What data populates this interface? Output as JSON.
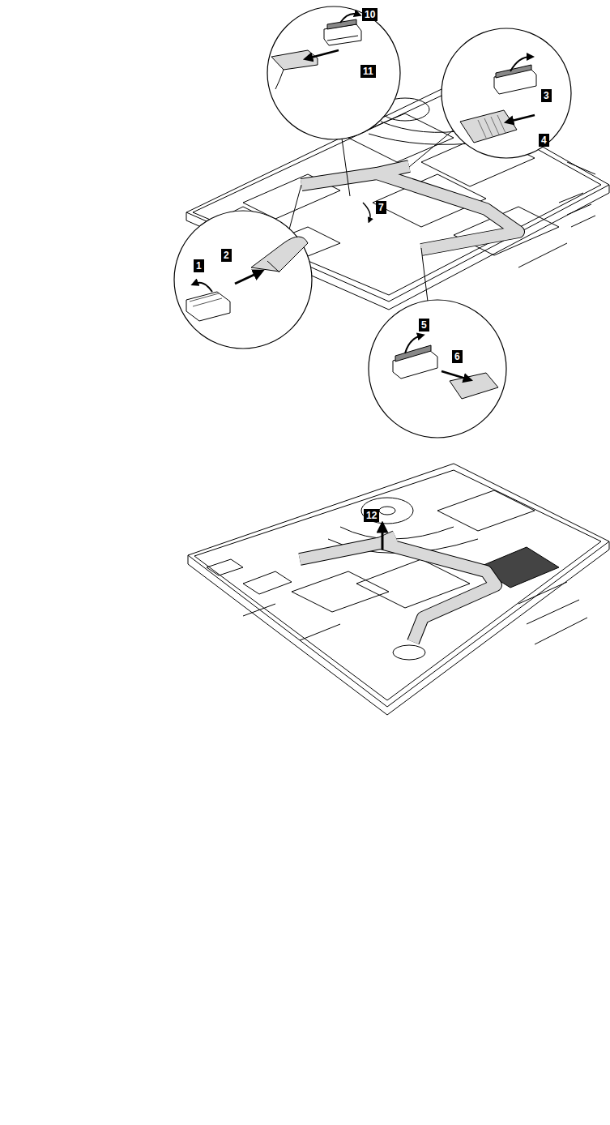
{
  "diagram": {
    "labels": [
      "10",
      "11",
      "3",
      "4",
      "1",
      "2",
      "7",
      "5",
      "6",
      "12"
    ]
  }
}
